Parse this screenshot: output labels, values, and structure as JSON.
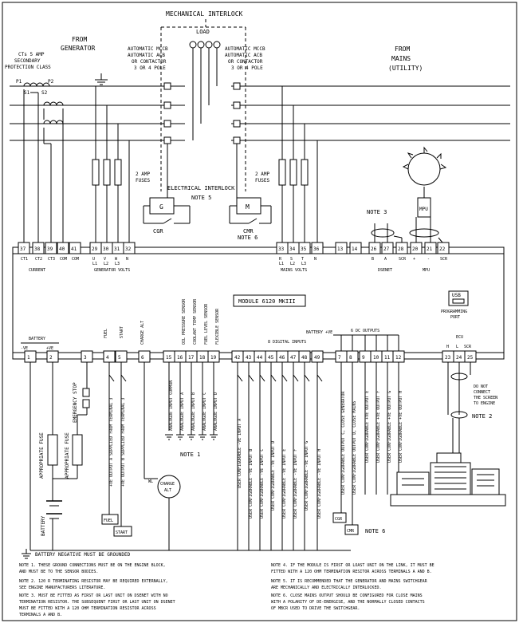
{
  "headings": {
    "mech_interlock": "MECHANICAL INTERLOCK",
    "load": "LOAD",
    "from_generator": [
      "FROM",
      "GENERATOR"
    ],
    "from_mains": [
      "FROM",
      "MAINS",
      "(UTILITY)"
    ],
    "cts": [
      "CTs 5 AMP",
      "SECONDARY",
      "PROTECTION CLASS"
    ],
    "mccb_left": [
      "AUTOMATIC MCCB",
      "AUTOMATIC ACB",
      "OR CONTACTOR",
      "3 OR 4 POLE"
    ],
    "mccb_right": [
      "AUTOMATIC MCCB",
      "AUTOMATIC ACB",
      "OR CONTACTOR",
      "3 OR 4 POLE"
    ],
    "p1": "P1",
    "p2": "P2",
    "s1": "S1",
    "s2": "S2",
    "fuses_left": [
      "2 AMP",
      "FUSES"
    ],
    "fuses_right": [
      "2 AMP",
      "FUSES"
    ],
    "elec_interlock": "ELECTRICAL INTERLOCK",
    "note5": "NOTE 5",
    "g": "G",
    "m": "M",
    "cgr": "CGR",
    "cmr": "CMR",
    "note6": "NOTE 6",
    "note3": "NOTE 3",
    "mpu": "MPU"
  },
  "top_terminals": [
    {
      "num": "37",
      "lbl": "CT1"
    },
    {
      "num": "38",
      "lbl": "CT2"
    },
    {
      "num": "39",
      "lbl": "CT3"
    },
    {
      "num": "40",
      "lbl": "COM"
    },
    {
      "num": "41",
      "lbl": "COM"
    },
    {
      "num": "29",
      "lbl": "U L1"
    },
    {
      "num": "30",
      "lbl": "V L2"
    },
    {
      "num": "31",
      "lbl": "W L3"
    },
    {
      "num": "32",
      "lbl": "N"
    },
    {
      "num": "33",
      "lbl": "R L1"
    },
    {
      "num": "34",
      "lbl": "S L2"
    },
    {
      "num": "35",
      "lbl": "T L3"
    },
    {
      "num": "36",
      "lbl": "N"
    },
    {
      "num": "13",
      "lbl": ""
    },
    {
      "num": "14",
      "lbl": ""
    },
    {
      "num": "26",
      "lbl": "B"
    },
    {
      "num": "27",
      "lbl": "A"
    },
    {
      "num": "28",
      "lbl": "SCR"
    },
    {
      "num": "20",
      "lbl": "+"
    },
    {
      "num": "21",
      "lbl": "-"
    },
    {
      "num": "22",
      "lbl": "SCR"
    }
  ],
  "top_groups": {
    "current": "CURRENT",
    "gen_volts": "GENERATOR VOLTS",
    "mains_volts": "MAINS VOLTS",
    "dsenet": "DSENET",
    "mpu": "MPU"
  },
  "module_title": "MODULE 6120 MKIII",
  "usb_label": "USB",
  "programming_port": [
    "PROGRAMMING",
    "PORT"
  ],
  "bottom_terminals": [
    {
      "num": "1"
    },
    {
      "num": "2"
    },
    {
      "num": "3"
    },
    {
      "num": "4"
    },
    {
      "num": "5"
    },
    {
      "num": "6"
    },
    {
      "num": "15"
    },
    {
      "num": "16"
    },
    {
      "num": "17"
    },
    {
      "num": "18"
    },
    {
      "num": "19"
    },
    {
      "num": "42"
    },
    {
      "num": "43"
    },
    {
      "num": "44"
    },
    {
      "num": "45"
    },
    {
      "num": "46"
    },
    {
      "num": "47"
    },
    {
      "num": "48"
    },
    {
      "num": "49"
    },
    {
      "num": "7"
    },
    {
      "num": "8"
    },
    {
      "num": "9"
    },
    {
      "num": "10"
    },
    {
      "num": "11"
    },
    {
      "num": "12"
    },
    {
      "num": "23"
    },
    {
      "num": "24"
    },
    {
      "num": "25"
    }
  ],
  "bottom_groups": {
    "battery": "BATTERY",
    "neg": "-VE",
    "pos": "+VE",
    "fuel": "FUEL",
    "start": "START",
    "charge_alt": "CHARGE ALT",
    "oil": "OIL PRESSURE SENSOR",
    "coolant": "COOLANT TEMP SENSOR",
    "fuel_level": "FUEL LEVEL SENSOR",
    "flexible": "FLEXIBLE SENSOR",
    "digital_inputs": "8 DIGITAL INPUTS",
    "battery_pve": "BATTERY +VE",
    "dc_outputs": "6 DC OUTPUTS",
    "ecu": "ECU",
    "ecu_h": "H",
    "ecu_l": "L",
    "ecu_scr": "SCR"
  },
  "vertical_labels": [
    "+VE OUTPUT A SUPPLIED FROM TERMINAL 3",
    "+VE OUTPUT B SUPPLIED FROM TERMINAL 3",
    "ANALOGUE INPUT COMMON",
    "ANALOGUE INPUT A",
    "ANALOGUE INPUT B",
    "ANALOGUE INPUT C",
    "ANALOGUE INPUT D",
    "USER CONFIGURABLE -VE INPUT A",
    "USER CONFIGURABLE -VE INPUT B",
    "USER CONFIGURABLE -VE INPUT C",
    "USER CONFIGURABLE -VE INPUT D",
    "USER CONFIGURABLE -VE INPUT E",
    "USER CONFIGURABLE -VE INPUT F",
    "USER CONFIGURABLE -VE INPUT G",
    "USER CONFIGURABLE -VE INPUT H",
    "USER CONFIGURABLE OUTPUT C, CLOSE GENERATOR",
    "USER CONFIGURABLE OUTPUT D, CLOSE MAINS",
    "USER CONFIGURABLE +VE OUTPUT E",
    "USER CONFIGURABLE +VE OUTPUT F",
    "USER CONFIGURABLE +VE OUTPUT G",
    "USER CONFIGURABLE +VE OUTPUT H"
  ],
  "side_labels": {
    "fuse1": "APPROPRIATE FUSE",
    "fuse2": "APPROPRIATE FUSE",
    "estop": "EMERGENCY STOP",
    "battery": "BATTERY",
    "note1": "NOTE 1",
    "note2": "NOTE 2",
    "note6b": "NOTE 6",
    "screen": [
      "DO NOT",
      "CONNECT",
      "THE SCREEN",
      "TO ENGINE"
    ],
    "wl": "WL",
    "charge": "CHARGE",
    "alt": "ALT",
    "fuel_box": "FUEL",
    "start_box": "START",
    "cgr_box": "CGR",
    "cmr_box": "CMR"
  },
  "footnotes": {
    "ground": "BATTERY NEGATIVE MUST BE GROUNDED",
    "n1": [
      "NOTE 1. THESE GROUND CONNECTIONS MUST BE ON THE ENGINE BLOCK,",
      "AND MUST BE TO THE SENSOR BODIES."
    ],
    "n2": [
      "NOTE 2. 120 R TERMINATING RESISTOR MAY BE REQUIRED EXTERNALLY,",
      "SEE ENGINE MANUFACTURERS LITERATURE."
    ],
    "n3": [
      "NOTE 3. MUST BE FITTED AS FIRST OR LAST UNIT ON DSENET WITH NO",
      "TERMINATION RESISTOR. THE SUBSEQUENT FIRST OR LAST UNIT ON DSENET",
      "MUST BE FITTED WITH A 120 OHM TERMINATION RESISTOR ACROSS",
      "TERMINALS A AND B."
    ],
    "n4": [
      "NOTE 4. IF THE MODULE IS FIRST OR LOAST UNIT ON THE LINK, IT MUST BE",
      "FITTED WITH A 120 OHM TERMINATION RESITOR ACROSS TERMINALS A AND B."
    ],
    "n5": [
      "NOTE 5. IT IS RECOMMENDED THAT THE GENERATOR AND MAINS SWITCHGEAR",
      "ARE MECHANICALLY AND ELECTRICALLY INTERLOCKED."
    ],
    "n6": [
      "NOTE 6. CLOSE MAINS OUTPUT SHOULD BE CONFIGURED FOR CLOSE MAINS",
      "WITH A POLARITY OF DE-ENERGISE, AND THE NORMALLY CLOSED CONTACTS",
      "OF MBCR USED TO DRIVE THE SWITCHGEAR."
    ]
  }
}
